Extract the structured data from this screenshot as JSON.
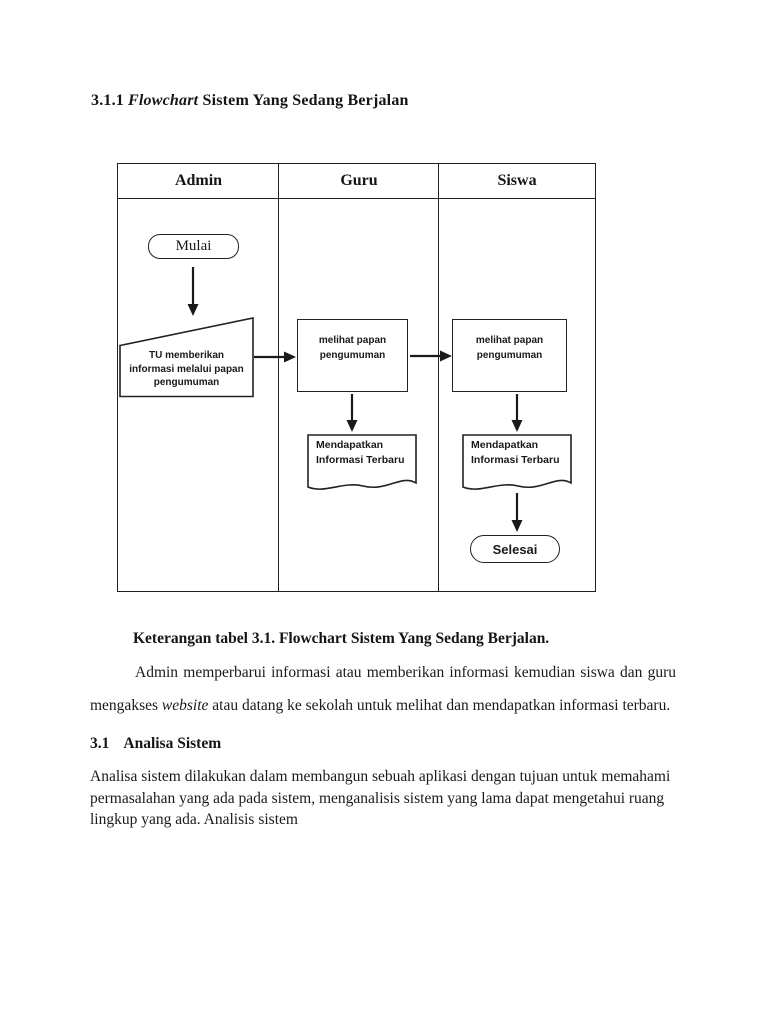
{
  "title": {
    "num": "3.1.1",
    "italic": "Flowchart",
    "rest": "Sistem Yang Sedang Berjalan"
  },
  "table": {
    "headers": [
      "Admin",
      "Guru",
      "Siswa"
    ]
  },
  "flowchart": {
    "start": "Mulai",
    "tu_lines": [
      "TU memberikan",
      "informasi melalui papan",
      "pengumuman"
    ],
    "guru_process": [
      "melihat papan",
      "pengumuman"
    ],
    "siswa_process": [
      "melihat papan",
      "pengumuman"
    ],
    "guru_doc": [
      "Mendapatkan",
      "Informasi Terbaru"
    ],
    "siswa_doc": [
      "Mendapatkan",
      "Informasi Terbaru"
    ],
    "end": "Selesai"
  },
  "caption": "Keterangan tabel 3.1. Flowchart Sistem Yang Sedang Berjalan.",
  "para1": {
    "line1": "Admin memperbarui informasi atau memberikan informasi kemudian siswa dan guru",
    "line2_pre": "mengakses",
    "line2_italic": "website",
    "line2_post": "atau datang ke sekolah untuk melihat dan mendapatkan informasi terbaru."
  },
  "heading31": {
    "num": "3.1",
    "text": "Analisa Sistem"
  },
  "para2": {
    "lines": [
      "Analisa sistem dilakukan dalam membangun sebuah aplikasi dengan tujuan untuk memahami",
      "permasalahan yang ada pada sistem, menganalisis sistem yang lama dapat mengetahui ruang",
      "lingkup yang ada. Analisis sistem"
    ]
  }
}
